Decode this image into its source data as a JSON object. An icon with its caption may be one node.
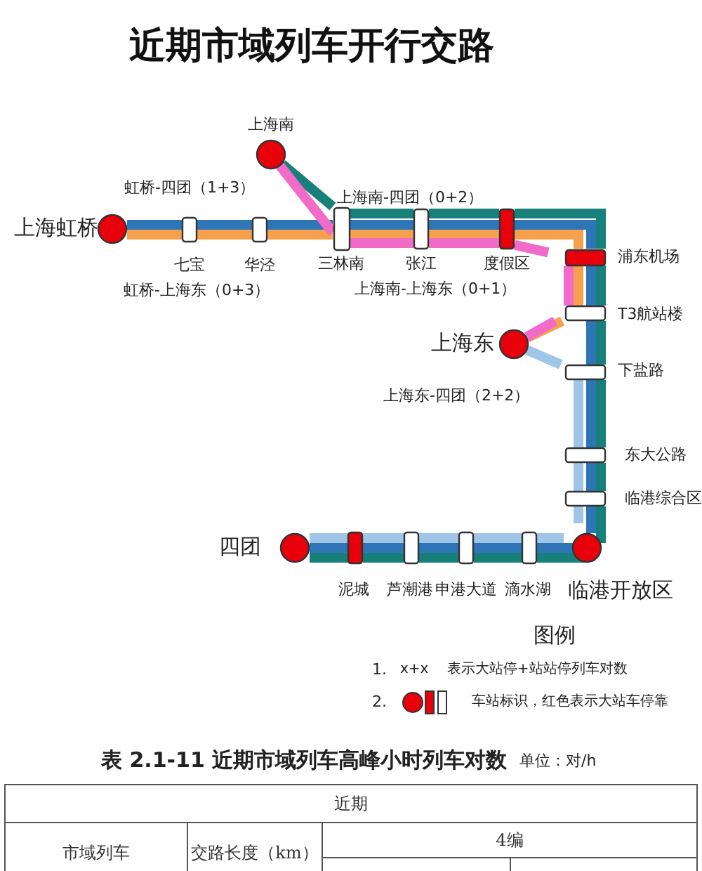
{
  "diagram": {
    "title": "近期市域列车开行交路",
    "nodes": [
      {
        "text": [
          "上海南"
        ]
      },
      {
        "text": [
          "上海虹桥"
        ]
      },
      {
        "text": [
          "七宝"
        ]
      },
      {
        "text": [
          "华泾"
        ]
      },
      {
        "text": [
          "三林南"
        ]
      },
      {
        "text": [
          "张江"
        ]
      },
      {
        "text": [
          "度假区"
        ]
      },
      {
        "text": [
          "浦东机场"
        ]
      },
      {
        "text": [
          "T3航站楼"
        ]
      },
      {
        "text": [
          "上海东"
        ]
      },
      {
        "text": [
          "下盐路"
        ]
      },
      {
        "text": [
          "东大公路"
        ]
      },
      {
        "text": [
          "临港综合区"
        ]
      },
      {
        "text": [
          "四团"
        ]
      },
      {
        "text": [
          "泥城"
        ]
      },
      {
        "text": [
          "芦潮港"
        ]
      },
      {
        "text": [
          "申港大道"
        ]
      },
      {
        "text": [
          "滴水湖"
        ]
      },
      {
        "text": [
          "临港开放区"
        ]
      }
    ],
    "edges": [
      {
        "from": 1,
        "to": 2,
        "arrow": "none",
        "color": "#2e75b6"
      },
      {
        "from": 2,
        "to": 3,
        "arrow": "none",
        "color": "#2e75b6",
        "label": "虹桥-四团（1+3）"
      },
      {
        "from": 3,
        "to": 4,
        "arrow": "none",
        "color": "#2e75b6"
      },
      {
        "from": 4,
        "to": 5,
        "arrow": "none",
        "color": "#2e75b6"
      },
      {
        "from": 5,
        "to": 6,
        "arrow": "none",
        "color": "#2e75b6"
      },
      {
        "from": 6,
        "to": 7,
        "arrow": "none",
        "color": "#2e75b6"
      },
      {
        "from": 7,
        "to": 8,
        "arrow": "none",
        "color": "#2e75b6"
      },
      {
        "from": 8,
        "to": 10,
        "arrow": "none",
        "color": "#2e75b6"
      },
      {
        "from": 10,
        "to": 11,
        "arrow": "none",
        "color": "#2e75b6"
      },
      {
        "from": 11,
        "to": 12,
        "arrow": "none",
        "color": "#2e75b6"
      },
      {
        "from": 12,
        "to": 18,
        "arrow": "none",
        "color": "#2e75b6"
      },
      {
        "from": 18,
        "to": 17,
        "arrow": "none",
        "color": "#2e75b6"
      },
      {
        "from": 17,
        "to": 16,
        "arrow": "none",
        "color": "#2e75b6"
      },
      {
        "from": 16,
        "to": 15,
        "arrow": "none",
        "color": "#2e75b6"
      },
      {
        "from": 15,
        "to": 14,
        "arrow": "none",
        "color": "#2e75b6"
      },
      {
        "from": 14,
        "to": 13,
        "arrow": "none",
        "color": "#2e75b6"
      },
      {
        "from": 1,
        "to": 2,
        "arrow": "none",
        "color": "#f5a04c"
      },
      {
        "from": 2,
        "to": 3,
        "arrow": "none",
        "color": "#f5a04c",
        "label": "虹桥-上海东（0+3）"
      },
      {
        "from": 3,
        "to": 4,
        "arrow": "none",
        "color": "#f5a04c"
      },
      {
        "from": 4,
        "to": 5,
        "arrow": "none",
        "color": "#f5a04c"
      },
      {
        "from": 5,
        "to": 6,
        "arrow": "none",
        "color": "#f5a04c"
      },
      {
        "from": 6,
        "to": 7,
        "arrow": "none",
        "color": "#f5a04c"
      },
      {
        "from": 7,
        "to": 8,
        "arrow": "none",
        "color": "#f5a04c"
      },
      {
        "from": 8,
        "to": 9,
        "arrow": "none",
        "color": "#f5a04c"
      },
      {
        "from": 0,
        "to": 4,
        "arrow": "none",
        "color": "#17807a"
      },
      {
        "from": 4,
        "to": 5,
        "arrow": "none",
        "color": "#17807a",
        "label": "上海南-四团（0+2）"
      },
      {
        "from": 5,
        "to": 6,
        "arrow": "none",
        "color": "#17807a"
      },
      {
        "from": 6,
        "to": 7,
        "arrow": "none",
        "color": "#17807a"
      },
      {
        "from": 7,
        "to": 8,
        "arrow": "none",
        "color": "#17807a"
      },
      {
        "from": 8,
        "to": 10,
        "arrow": "none",
        "color": "#17807a"
      },
      {
        "from": 10,
        "to": 11,
        "arrow": "none",
        "color": "#17807a"
      },
      {
        "from": 11,
        "to": 12,
        "arrow": "none",
        "color": "#17807a"
      },
      {
        "from": 12,
        "to": 18,
        "arrow": "none",
        "color": "#17807a"
      },
      {
        "from": 18,
        "to": 17,
        "arrow": "none",
        "color": "#17807a"
      },
      {
        "from": 17,
        "to": 16,
        "arrow": "none",
        "color": "#17807a"
      },
      {
        "from": 16,
        "to": 15,
        "arrow": "none",
        "color": "#17807a"
      },
      {
        "from": 15,
        "to": 14,
        "arrow": "none",
        "color": "#17807a"
      },
      {
        "from": 14,
        "to": 13,
        "arrow": "none",
        "color": "#17807a"
      },
      {
        "from": 0,
        "to": 4,
        "arrow": "none",
        "color": "#f06cc8"
      },
      {
        "from": 4,
        "to": 5,
        "arrow": "none",
        "color": "#f06cc8"
      },
      {
        "from": 5,
        "to": 6,
        "arrow": "none",
        "color": "#f06cc8",
        "label": "上海南-上海东（0+1）"
      },
      {
        "from": 6,
        "to": 7,
        "arrow": "none",
        "color": "#f06cc8"
      },
      {
        "from": 7,
        "to": 8,
        "arrow": "none",
        "color": "#f06cc8"
      },
      {
        "from": 8,
        "to": 9,
        "arrow": "none",
        "color": "#f06cc8"
      },
      {
        "from": 9,
        "to": 10,
        "arrow": "none",
        "color": "#9fc5e8",
        "label": "上海东-四团（2+2）"
      },
      {
        "from": 10,
        "to": 11,
        "arrow": "none",
        "color": "#9fc5e8"
      },
      {
        "from": 11,
        "to": 12,
        "arrow": "none",
        "color": "#9fc5e8"
      },
      {
        "from": 12,
        "to": 18,
        "arrow": "none",
        "color": "#9fc5e8"
      },
      {
        "from": 18,
        "to": 17,
        "arrow": "none",
        "color": "#9fc5e8"
      },
      {
        "from": 17,
        "to": 16,
        "arrow": "none",
        "color": "#9fc5e8"
      },
      {
        "from": 16,
        "to": 15,
        "arrow": "none",
        "color": "#9fc5e8"
      },
      {
        "from": 15,
        "to": 14,
        "arrow": "none",
        "color": "#9fc5e8"
      },
      {
        "from": 14,
        "to": 13,
        "arrow": "none",
        "color": "#9fc5e8"
      }
    ],
    "labels": [
      "图例",
      "1.",
      "2.",
      "表 2.1-11  近期市域列车高峰小时列车对数",
      "单位：对/h",
      "近期",
      "市域列车",
      "交路长度（km）",
      "4编"
    ],
    "legend": [
      {
        "text": "x+x 表示大站停+站站停列车对数"
      },
      {
        "text": "车站标识，红色表示大站车停靠"
      }
    ]
  }
}
